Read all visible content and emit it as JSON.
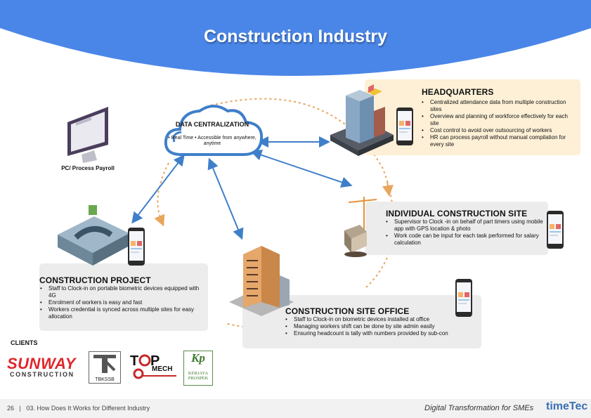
{
  "page": {
    "title": "Construction Industry",
    "colors": {
      "header_blue": "#4a86e8",
      "arrow_blue": "#3f7fc9",
      "dash_orange": "#e8a55c",
      "hq_card": "#fdf0d6",
      "card_gray": "#ececec"
    }
  },
  "cloud": {
    "title": "DATA CENTRALIZATION",
    "subtitle": "• Real Time  • Accessible from anywhere, anytime",
    "icon": "cloud-icon"
  },
  "pc": {
    "label": "PC/ Process Payroll",
    "icon": "desktop-monitor-icon"
  },
  "headquarters": {
    "title": "HEADQUARTERS",
    "bullets": [
      "Centralized attendance data from multiple construction sites",
      "Overview and planning of workforce effectively for each site",
      "Cost control to avoid over outsourcing of workers",
      "HR can process payroll without manual compilation for every site"
    ]
  },
  "individual_site": {
    "title": "INDIVIDUAL CONSTRUCTION SITE",
    "bullets": [
      "Supervisor to Clock -in on behalf of part timers using mobile app with GPS location & photo",
      "Work code can be input for each task performed for salary calculation"
    ]
  },
  "construction_project": {
    "title": "CONSTRUCTION PROJECT",
    "bullets": [
      "Staff to Clock-in on portable biometric devices equipped with 4G",
      "Enrolment of workers is easy and fast",
      "Workers credential is synced across multiple sites for easy allocation"
    ]
  },
  "site_office": {
    "title": "CONSTRUCTION SITE OFFICE",
    "bullets": [
      "Staff to Clock-in on biometric devices installed at office",
      "Managing workers shift can be done by site admin easily",
      "Ensuring headcount is tally with numbers provided by sub-con"
    ]
  },
  "clients": {
    "label": "CLIENTS",
    "sunway": {
      "name": "SUNWAY",
      "sub": "CONSTRUCTION"
    },
    "tbk": {
      "name": "TBKSSB"
    },
    "topmech": {
      "name": "TOP MECH"
    },
    "kerjaya": {
      "mark": "Kp",
      "name": "KERJAYA PROSPEK"
    }
  },
  "footer": {
    "page_number": "26",
    "section": "03. How Does It Works for Different Industry",
    "tagline": "Digital Transformation for SMEs",
    "brand": "timeTec"
  }
}
